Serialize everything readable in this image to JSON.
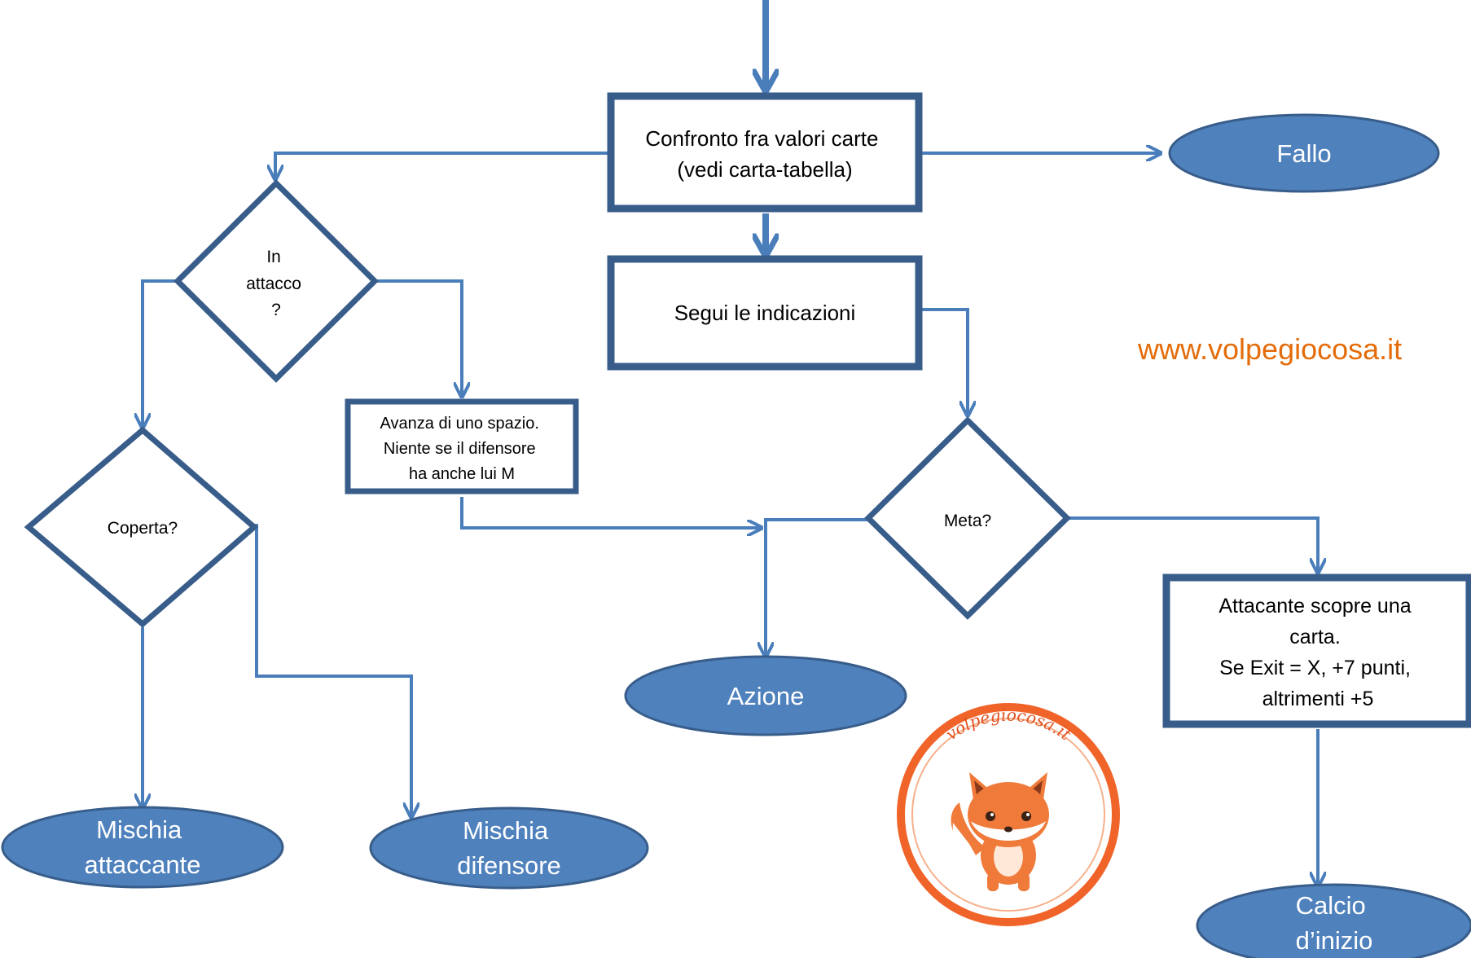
{
  "diagram": {
    "nodes": {
      "confronto": {
        "lines": [
          "Confronto fra valori carte",
          "(vedi carta-tabella)"
        ]
      },
      "segui": {
        "lines": [
          "Segui le indicazioni"
        ]
      },
      "fallo": {
        "lines": [
          "Fallo"
        ]
      },
      "in_attacco": {
        "lines": [
          "In",
          "attacco",
          "?"
        ]
      },
      "avanza": {
        "lines": [
          "Avanza di uno spazio.",
          "Niente se il difensore",
          "ha anche lui M"
        ]
      },
      "coperta": {
        "lines": [
          "Coperta?"
        ]
      },
      "meta": {
        "lines": [
          "Meta?"
        ]
      },
      "azione": {
        "lines": [
          "Azione"
        ]
      },
      "attaccante_scopre": {
        "lines": [
          "Attacante scopre una",
          "carta.",
          "Se Exit = X, +7 punti,",
          "altrimenti +5"
        ]
      },
      "mischia_attaccante": {
        "lines": [
          "Mischia",
          "attaccante"
        ]
      },
      "mischia_difensore": {
        "lines": [
          "Mischia",
          "difensore"
        ]
      },
      "calcio_inizio": {
        "lines": [
          "Calcio",
          "d’inizio"
        ]
      }
    },
    "website": "www.volpegiocosa.it",
    "logo_text": "volpegiocosa.it",
    "colors": {
      "connector": "#4a7ebb",
      "box_border": "#385d8a",
      "ellipse_fill": "#4f81bd",
      "url_text": "#e46c0a",
      "logo_ring": "#f0642a",
      "fox_orange": "#f07a3a"
    }
  }
}
